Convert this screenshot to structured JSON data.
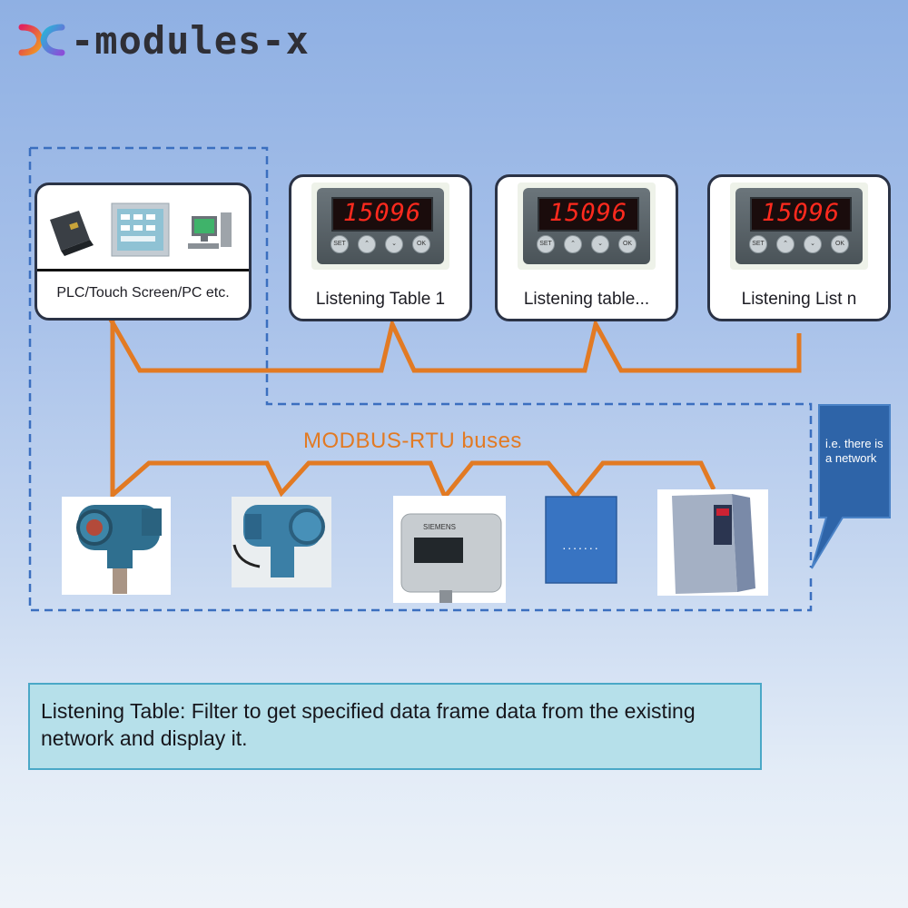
{
  "brand": {
    "name": "-modules-x",
    "logo_icon": "x-logo-icon"
  },
  "master": {
    "label": "PLC/Touch Screen/PC etc."
  },
  "tables": [
    {
      "label": "Listening Table 1",
      "display": "15096"
    },
    {
      "label": "Listening table...",
      "display": "15096"
    },
    {
      "label": "Listening List n",
      "display": "15096"
    }
  ],
  "meter_buttons": [
    "SET",
    "",
    "",
    "OK"
  ],
  "bus": {
    "label": "MODBUS-RTU buses"
  },
  "callout": {
    "text": "i.e. there is a network"
  },
  "devices": [
    {
      "icon": "pressure-transmitter-icon"
    },
    {
      "icon": "pressure-transmitter-icon"
    },
    {
      "icon": "siemens-sensor-icon",
      "brand": "SIEMENS"
    },
    {
      "icon": "generic-device-icon",
      "text": "......."
    },
    {
      "icon": "inverter-icon"
    }
  ],
  "info": {
    "text": "Listening Table: Filter to get specified data frame data from the existing network and display it."
  },
  "colors": {
    "bus": "#e27a23",
    "network": "#3b6fbf",
    "info_bg": "#b6e0ea",
    "info_border": "#4aa8c7"
  }
}
